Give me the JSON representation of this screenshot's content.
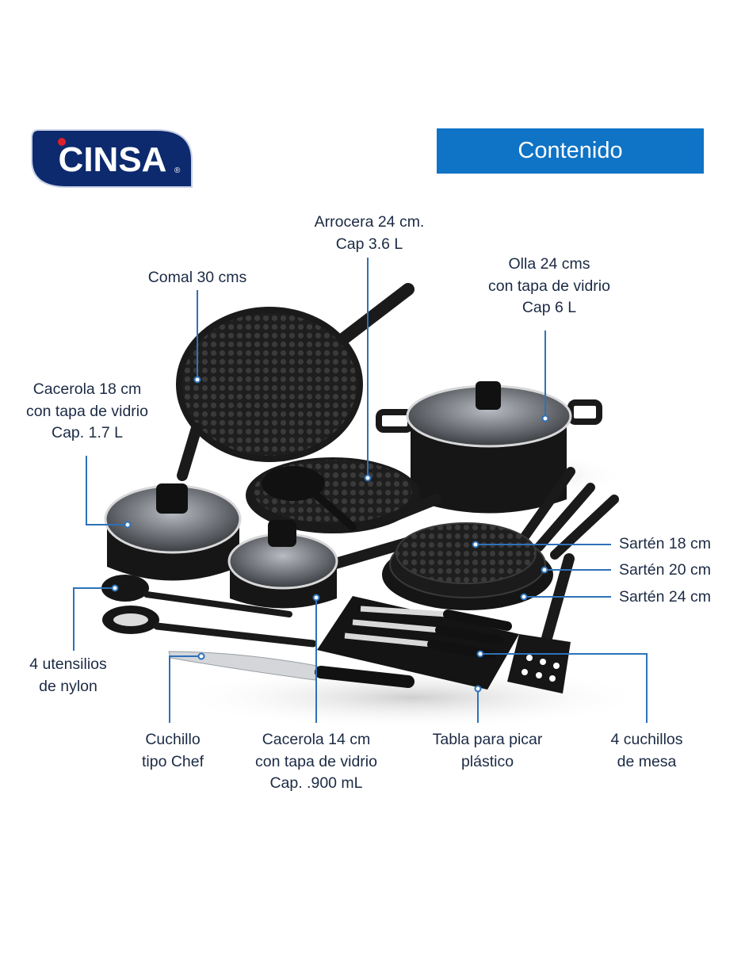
{
  "brand": {
    "logo_text": "CINSA",
    "color": "#0d2a6e"
  },
  "header": {
    "title": "Contenido",
    "color": "#0f73c6"
  },
  "accent_line_color": "#2d72b8",
  "items": {
    "arrocera": [
      "Arrocera 24 cm.",
      "Cap 3.6 L"
    ],
    "comal": [
      "Comal 30 cms"
    ],
    "olla": [
      "Olla 24 cms",
      "con tapa de vidrio",
      "Cap 6 L"
    ],
    "cacerola18": [
      "Cacerola 18 cm",
      "con tapa de vidrio",
      "Cap. 1.7 L"
    ],
    "sarten18": [
      "Sartén 18 cm"
    ],
    "sarten20": [
      "Sartén 20 cm"
    ],
    "sarten24": [
      "Sartén 24 cm"
    ],
    "utensilios": [
      "4 utensilios",
      "de nylon"
    ],
    "cuchillo_chef": [
      "Cuchillo",
      "tipo Chef"
    ],
    "cacerola14": [
      "Cacerola 14 cm",
      "con tapa de vidrio",
      "Cap. .900 mL"
    ],
    "tabla": [
      "Tabla para picar",
      "plástico"
    ],
    "cuchillos_mesa": [
      "4 cuchillos",
      "de mesa"
    ]
  }
}
